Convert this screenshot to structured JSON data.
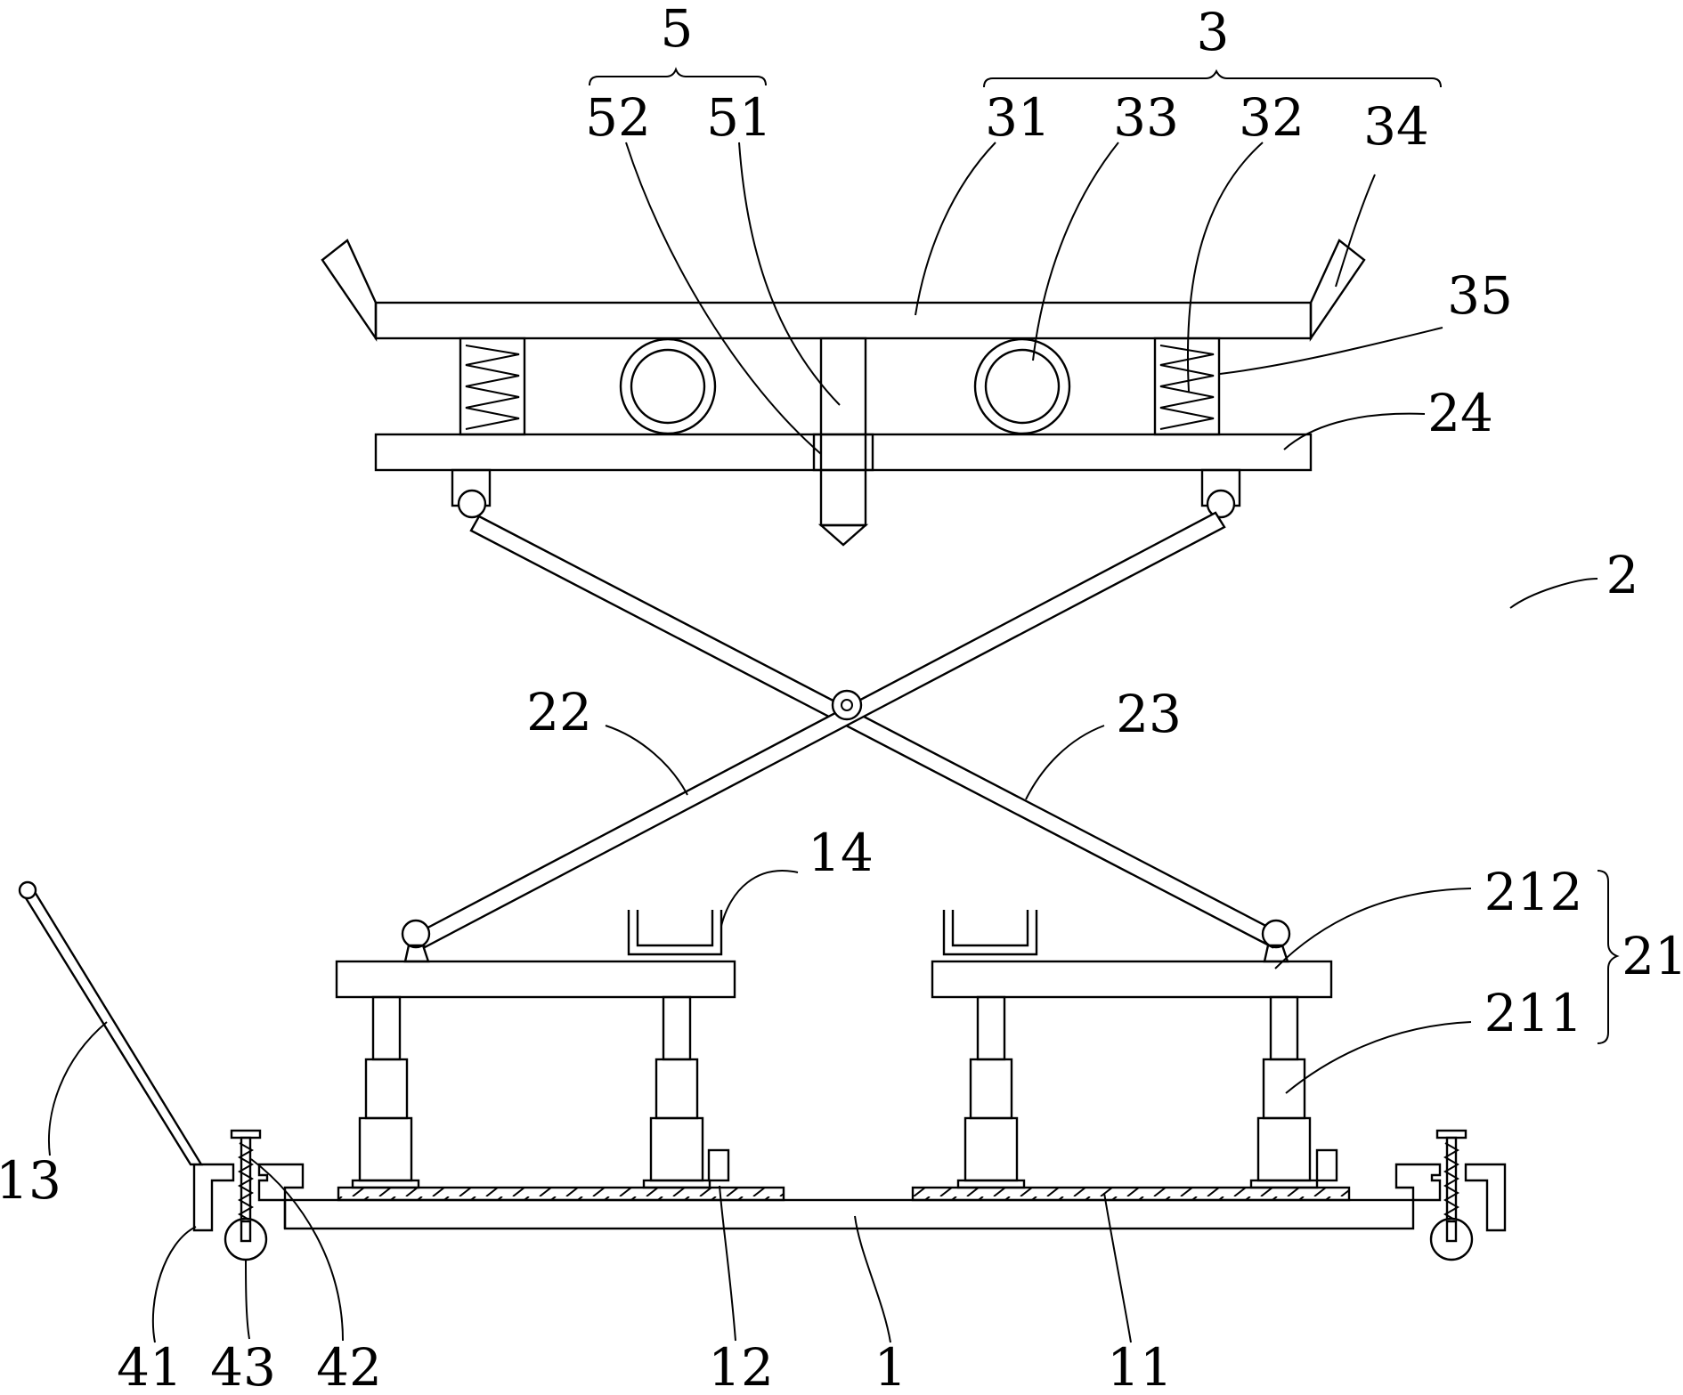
{
  "figure": {
    "labels": {
      "l5": "5",
      "l3": "3",
      "l52": "52",
      "l51": "51",
      "l31": "31",
      "l33": "33",
      "l32": "32",
      "l34": "34",
      "l35": "35",
      "l24": "24",
      "l2": "2",
      "l22": "22",
      "l23": "23",
      "l14": "14",
      "l212": "212",
      "l21": "21",
      "l211": "211",
      "l13": "13",
      "l41": "41",
      "l43": "43",
      "l42": "42",
      "l12": "12",
      "l1": "1",
      "l11": "11"
    }
  }
}
